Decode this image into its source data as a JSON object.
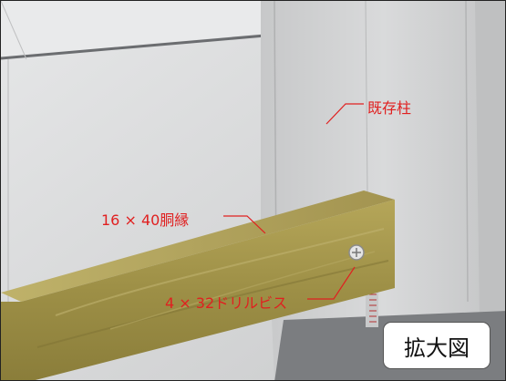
{
  "labels": {
    "existing_column": "既存柱",
    "furring_strip": "16 × 40胴縁",
    "drill_screw": "4 × 32ドリルビス"
  },
  "badge": {
    "text": "拡大図"
  },
  "colors": {
    "annotation": "#e02020",
    "wood": "#a8994c",
    "wall": "#d7d8d9",
    "column": "#cfd0d1"
  }
}
